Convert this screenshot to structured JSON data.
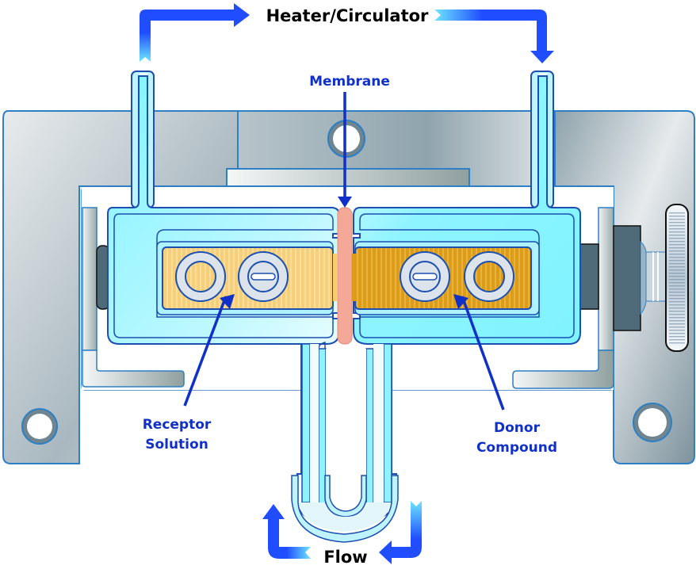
{
  "diagram": {
    "labels": {
      "heater": "Heater/Circulator",
      "membrane": "Membrane",
      "receptor_line1": "Receptor",
      "receptor_line2": "Solution",
      "donor_line1": "Donor",
      "donor_line2": "Compound",
      "flow": "Flow"
    },
    "colors": {
      "label_blue": "#1030c8",
      "arrow_blue": "#1f4dff",
      "arrow_light": "#6ee6ff",
      "water": "#7ff3ff",
      "outline": "#1b4fb0",
      "metal_light": "#e4e8ea",
      "metal_dark": "#8a9ea8",
      "membrane": "#f4a898",
      "receptor_pad": "#f5cc70",
      "donor_pad": "#e0a020",
      "dark_block": "#4f6b7a"
    }
  }
}
